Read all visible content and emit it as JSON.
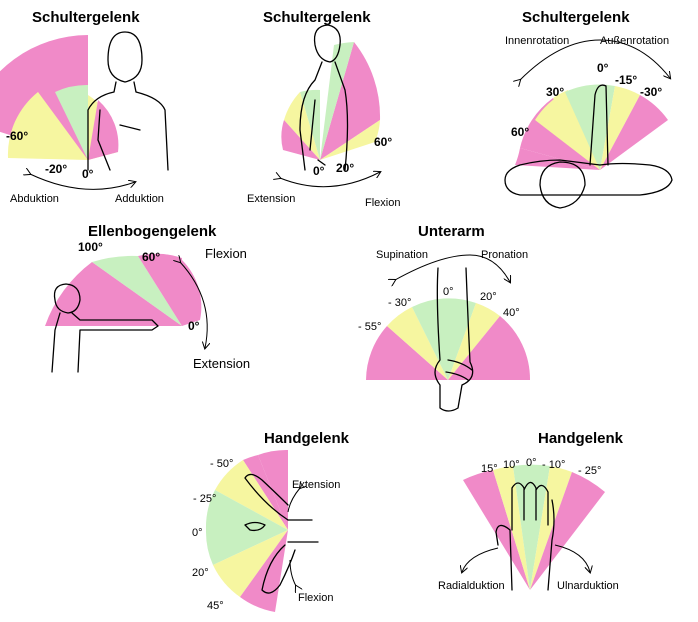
{
  "colors": {
    "pink": "#f08ac8",
    "yellow": "#f6f6a0",
    "green": "#c8f0c0"
  },
  "panels": {
    "shoulder1": {
      "title": "Schultergelenk",
      "deg_m60": "-60°",
      "deg_m20": "-20°",
      "deg_0": "0°",
      "left_label": "Abduktion",
      "right_label": "Adduktion"
    },
    "shoulder2": {
      "title": "Schultergelenk",
      "deg_0": "0°",
      "deg_20": "20°",
      "deg_60": "60°",
      "left_label": "Extension",
      "right_label": "Flexion"
    },
    "shoulder3": {
      "title": "Schultergelenk",
      "left_label": "Innenrotation",
      "right_label": "Außenrotation",
      "deg_60": "60°",
      "deg_30": "30°",
      "deg_0": "0°",
      "deg_m15": "-15°",
      "deg_m30": "-30°"
    },
    "elbow": {
      "title": "Ellenbogengelenk",
      "deg_100": "100°",
      "deg_60": "60°",
      "deg_0": "0°",
      "flexion": "Flexion",
      "extension": "Extension"
    },
    "forearm": {
      "title": "Unterarm",
      "supination": "Supination",
      "pronation": "Pronation",
      "deg_0": "0°",
      "deg_20": "20°",
      "deg_40": "40°",
      "deg_m30": "- 30°",
      "deg_m55": "- 55°"
    },
    "wrist1": {
      "title": "Handgelenk",
      "deg_m50": "- 50°",
      "deg_m25": "- 25°",
      "deg_0": "0°",
      "deg_20": "20°",
      "deg_45": "45°",
      "extension": "Extension",
      "flexion": "Flexion"
    },
    "wrist2": {
      "title": "Handgelenk",
      "deg_15": "15°",
      "deg_10a": "10°",
      "deg_0": "0°",
      "deg_m10": "- 10°",
      "deg_m25": "- 25°",
      "radial": "Radialduktion",
      "ulnar": "Ulnarduktion"
    }
  }
}
